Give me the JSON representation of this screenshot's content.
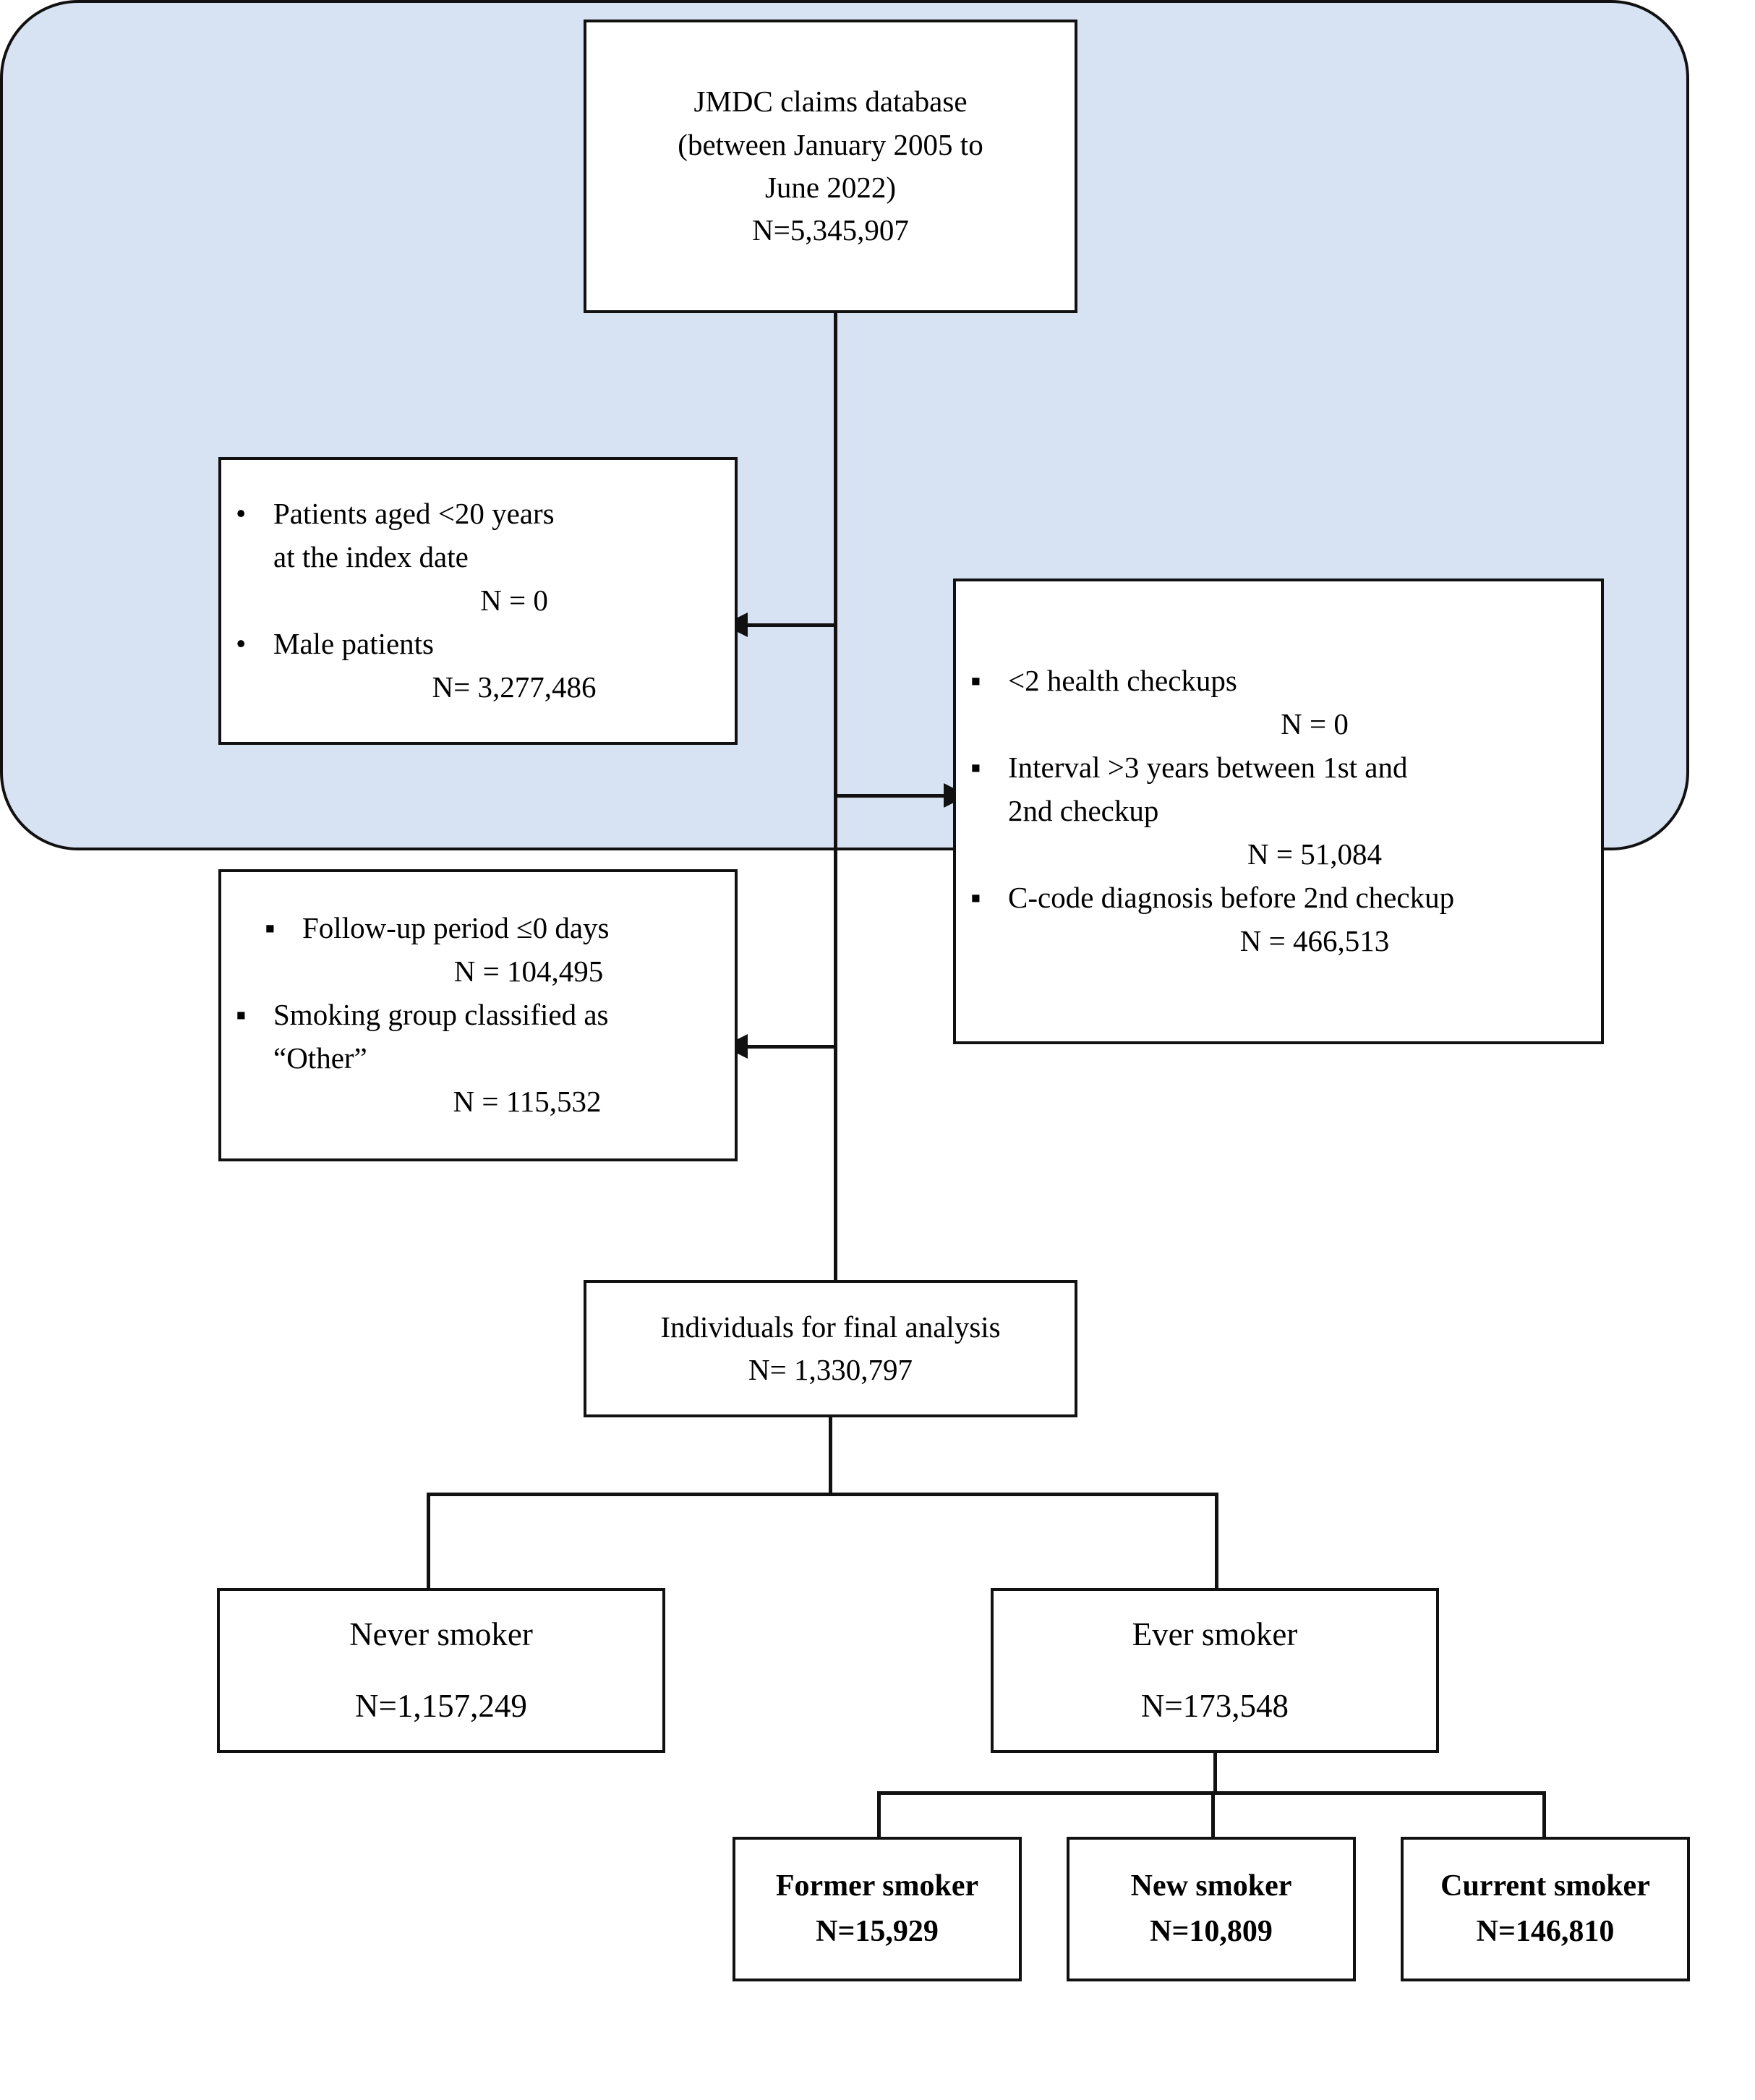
{
  "figure": {
    "type": "flowchart",
    "title": "Study population selection flow diagram",
    "accent_panel_color": "#d7e2f2",
    "line_color": "#111111",
    "box_fill": "#ffffff"
  },
  "source_box": {
    "line1": "JMDC claims database",
    "line2": "(between January 2005 to",
    "line3": "June 2022)",
    "line4": "N=5,345,907"
  },
  "exclusions": [
    {
      "id": "exclusion-left-1",
      "bullet_glyph": "•",
      "items": [
        {
          "text_line1": "Patients aged <20 years",
          "text_line2": "at the index date",
          "n": "N = 0"
        },
        {
          "text_line1": "Male patients",
          "text_line2": "",
          "n": "N= 3,277,486"
        }
      ]
    },
    {
      "id": "exclusion-right-1",
      "bullet_glyph": "▪",
      "items": [
        {
          "text_line1": "<2 health checkups",
          "text_line2": "",
          "n": "N = 0"
        },
        {
          "text_line1": "Interval >3 years between 1st and",
          "text_line2": "2nd checkup",
          "n": "N = 51,084"
        },
        {
          "text_line1": "C-code diagnosis before 2nd checkup",
          "text_line2": "",
          "n": "N = 466,513"
        }
      ]
    },
    {
      "id": "exclusion-left-2",
      "bullet_glyph": "▪",
      "items": [
        {
          "text_line1": "Follow-up period ≤0 days",
          "text_line2": "",
          "n": "N = 104,495"
        },
        {
          "text_line1": "Smoking group classified as",
          "text_line2": "“Other”",
          "n": "N = 115,532"
        }
      ]
    }
  ],
  "final_box": {
    "line1": "Individuals for final analysis",
    "line2": "N= 1,330,797"
  },
  "groups_level1": [
    {
      "name": "never-smoker",
      "label": "Never smoker",
      "n": "N=1,157,249"
    },
    {
      "name": "ever-smoker",
      "label": "Ever smoker",
      "n": "N=173,548"
    }
  ],
  "groups_level2": [
    {
      "name": "former-smoker",
      "label": "Former smoker",
      "n": "N=15,929"
    },
    {
      "name": "new-smoker",
      "label": "New smoker",
      "n": "N=10,809"
    },
    {
      "name": "current-smoker",
      "label": "Current smoker",
      "n": "N=146,810"
    }
  ],
  "chart_data": {
    "type": "flow",
    "title": "Patient selection flowchart",
    "nodes": [
      {
        "id": "source",
        "label": "JMDC claims database (between January 2005 to June 2022)",
        "n": 5345907
      },
      {
        "id": "excl_age",
        "label": "Patients aged <20 years at the index date",
        "n": 0
      },
      {
        "id": "excl_male",
        "label": "Male patients",
        "n": 3277486
      },
      {
        "id": "excl_checkups",
        "label": "<2 health checkups",
        "n": 0
      },
      {
        "id": "excl_interval",
        "label": "Interval >3 years between 1st and 2nd checkup",
        "n": 51084
      },
      {
        "id": "excl_ccode",
        "label": "C-code diagnosis before 2nd checkup",
        "n": 466513
      },
      {
        "id": "excl_followup",
        "label": "Follow-up period ≤0 days",
        "n": 104495
      },
      {
        "id": "excl_other",
        "label": "Smoking group classified as “Other”",
        "n": 115532
      },
      {
        "id": "final",
        "label": "Individuals for final analysis",
        "n": 1330797
      },
      {
        "id": "never",
        "label": "Never smoker",
        "n": 1157249
      },
      {
        "id": "ever",
        "label": "Ever smoker",
        "n": 173548
      },
      {
        "id": "former",
        "label": "Former smoker",
        "n": 15929
      },
      {
        "id": "new",
        "label": "New smoker",
        "n": 10809
      },
      {
        "id": "current",
        "label": "Current smoker",
        "n": 146810
      }
    ],
    "edges": [
      {
        "from": "source",
        "to": "final"
      },
      {
        "from": "final",
        "to": "never"
      },
      {
        "from": "final",
        "to": "ever"
      },
      {
        "from": "ever",
        "to": "former"
      },
      {
        "from": "ever",
        "to": "new"
      },
      {
        "from": "ever",
        "to": "current"
      }
    ]
  }
}
